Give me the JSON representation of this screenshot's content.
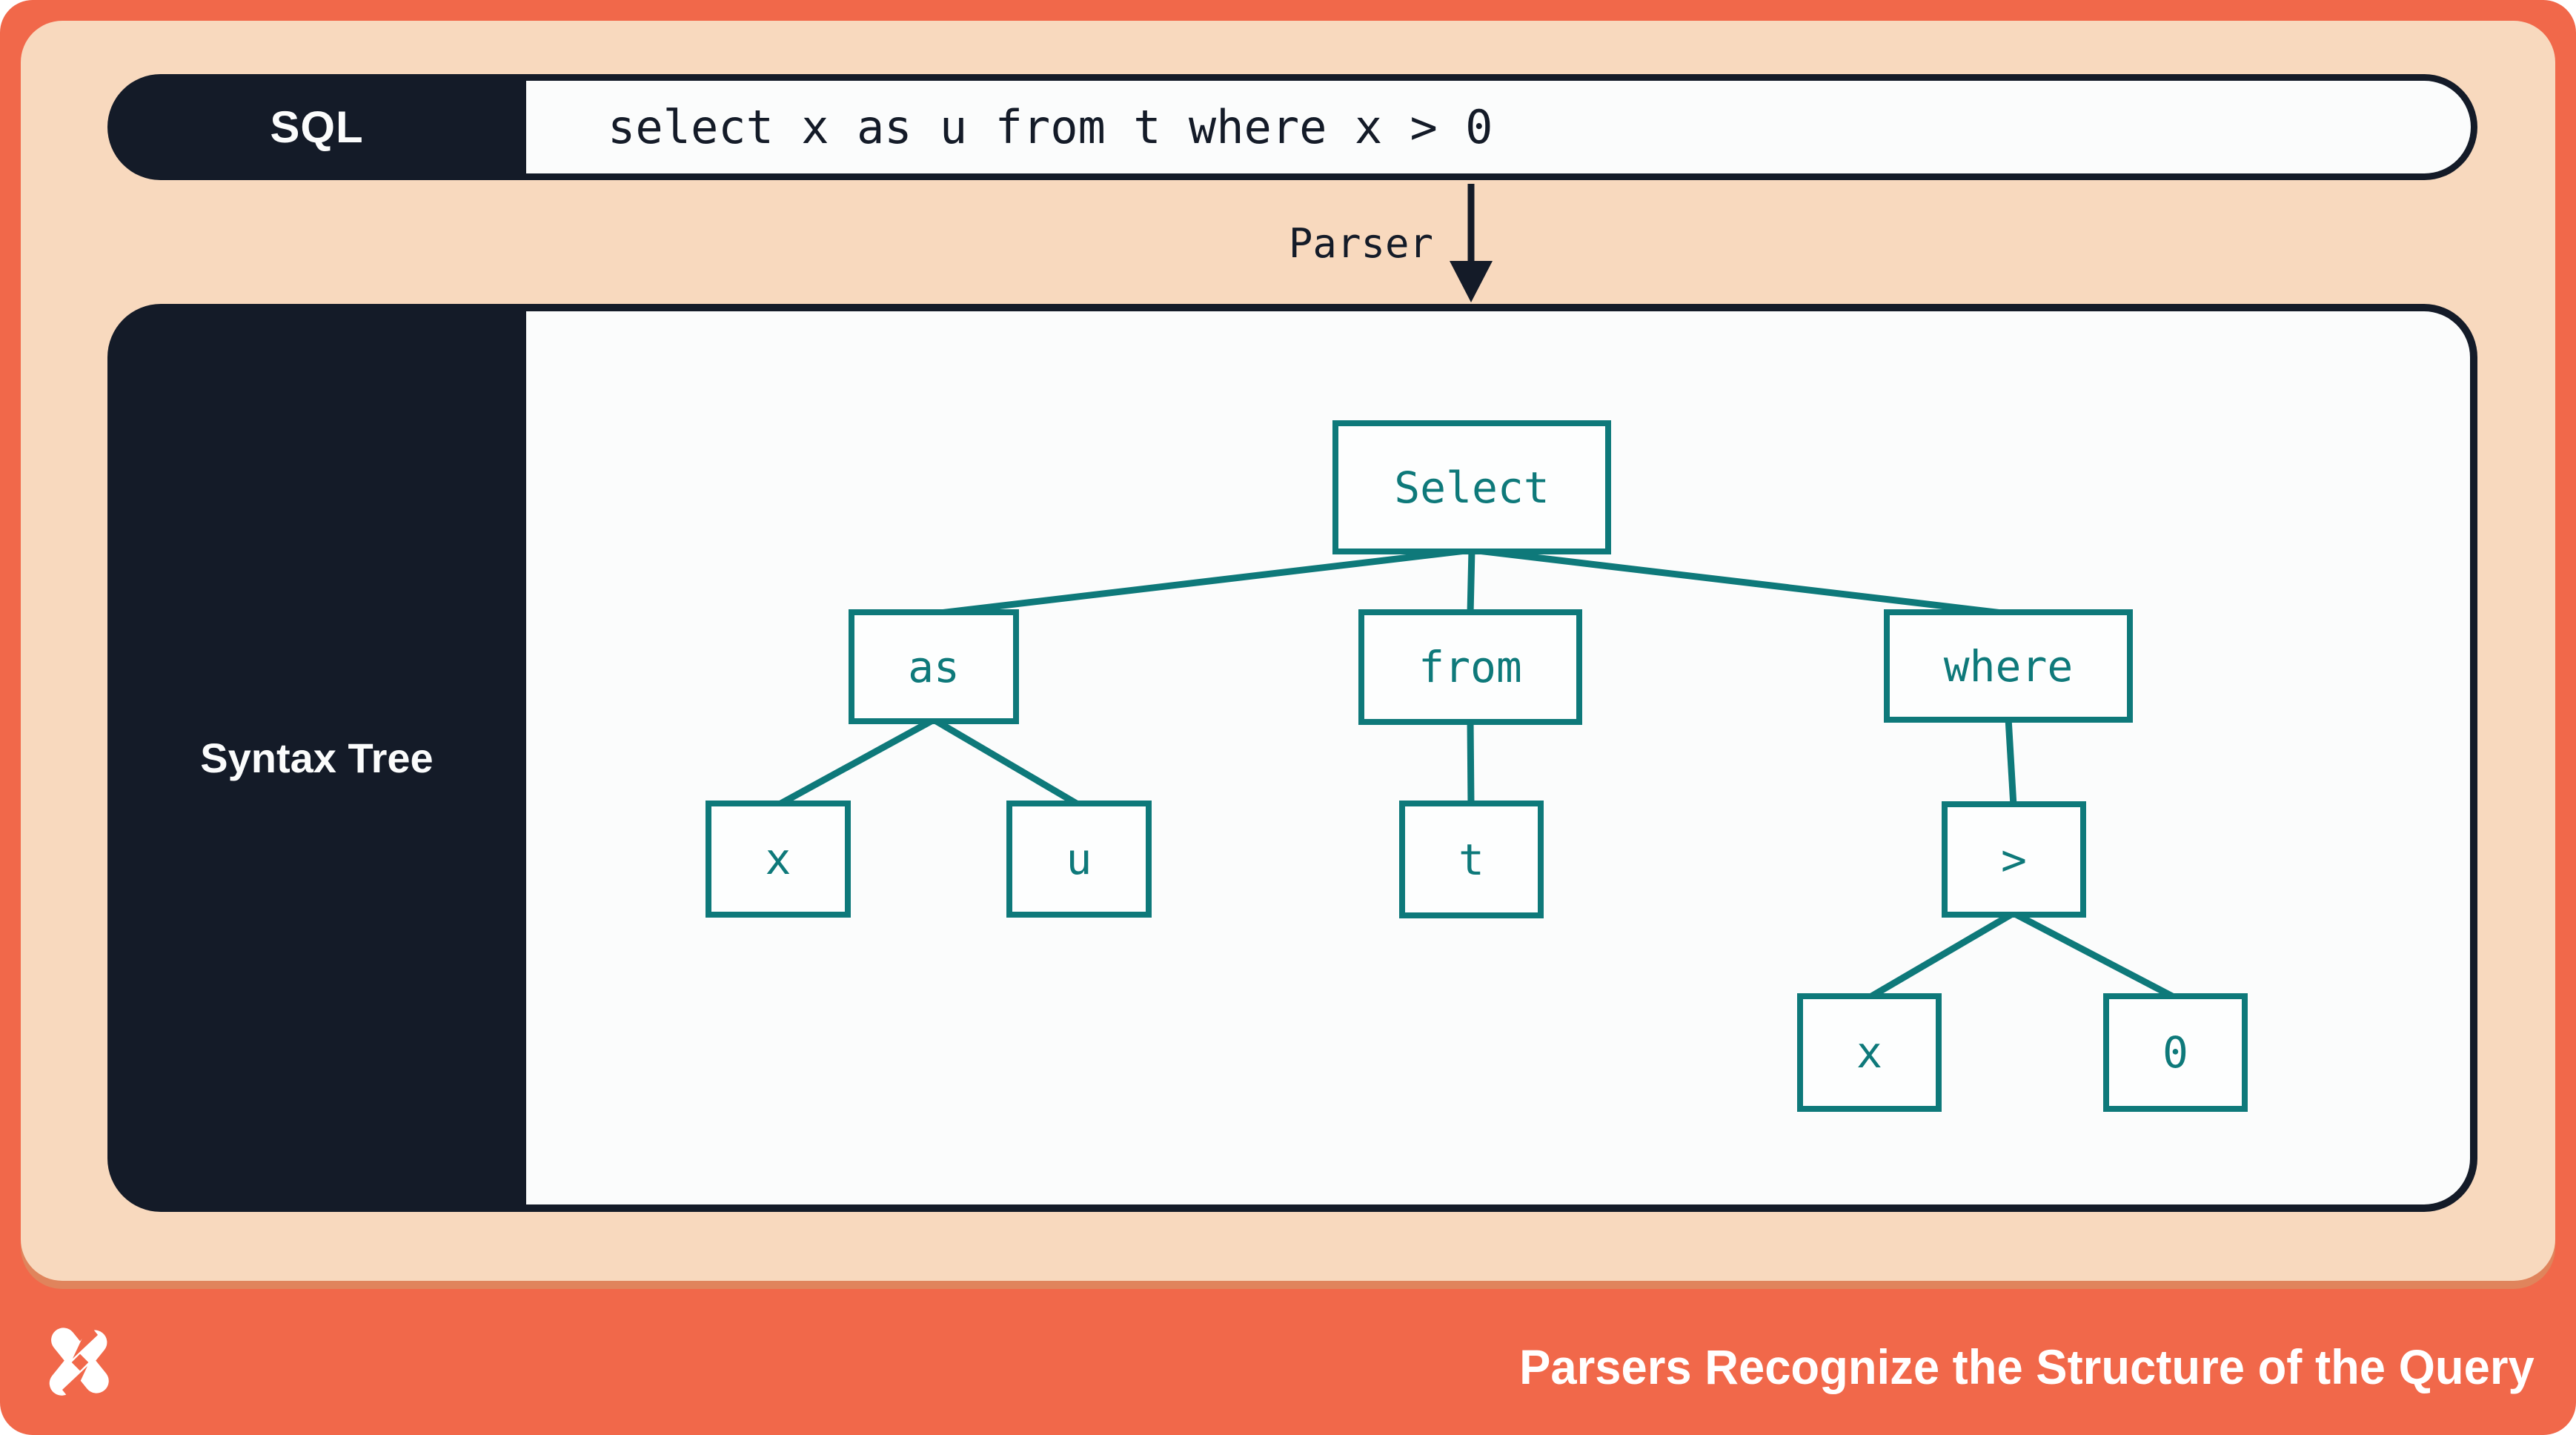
{
  "header": {
    "label": "SQL",
    "query": "select x as u from t where x > 0"
  },
  "parser": {
    "label": "Parser"
  },
  "panel": {
    "label": "Syntax Tree"
  },
  "tree": {
    "nodes": [
      {
        "id": "select",
        "label": "Select"
      },
      {
        "id": "as",
        "label": "as"
      },
      {
        "id": "from",
        "label": "from"
      },
      {
        "id": "where",
        "label": "where"
      },
      {
        "id": "x-alias",
        "label": "x"
      },
      {
        "id": "u",
        "label": "u"
      },
      {
        "id": "t",
        "label": "t"
      },
      {
        "id": "gt",
        "label": ">"
      },
      {
        "id": "x-cond",
        "label": "x"
      },
      {
        "id": "zero",
        "label": "0"
      }
    ],
    "edges": [
      [
        "Select",
        "as"
      ],
      [
        "Select",
        "from"
      ],
      [
        "Select",
        "where"
      ],
      [
        "as",
        "x"
      ],
      [
        "as",
        "u"
      ],
      [
        "from",
        "t"
      ],
      [
        "where",
        ">"
      ],
      [
        ">",
        "x"
      ],
      [
        ">",
        "0"
      ]
    ]
  },
  "footer": {
    "title": "Parsers Recognize the Structure of the Query",
    "logo": "x-pinwheel-logo"
  },
  "colors": {
    "coral": "#F1684A",
    "peach": "#F8D9BE",
    "navy": "#141B28",
    "teal": "#0E797A",
    "panel_white": "#FBFCFC"
  }
}
